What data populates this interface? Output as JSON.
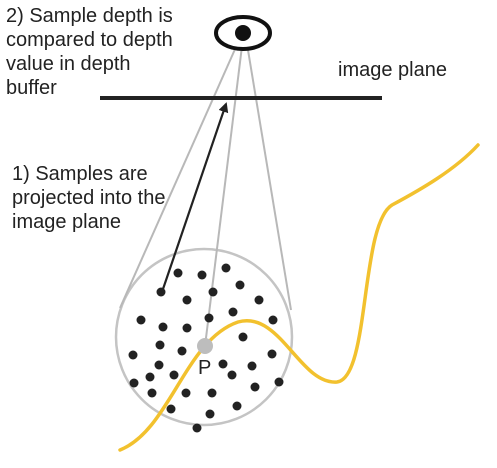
{
  "labels": {
    "step2": [
      "2) Sample depth is",
      "compared to depth",
      "value in depth",
      "buffer"
    ],
    "step1": [
      "1) Samples are",
      "projected into the",
      "image plane"
    ],
    "image_plane": "image plane",
    "point_p": "P"
  },
  "colors": {
    "surface_curve": "#f2c12e",
    "frustum_lines": "#b8b8b8",
    "sample_dots": "#222222",
    "center_point": "#bdbdbd",
    "plane_line": "#222222",
    "eye": "#111111"
  },
  "icons": {
    "viewer": "eye-icon"
  }
}
